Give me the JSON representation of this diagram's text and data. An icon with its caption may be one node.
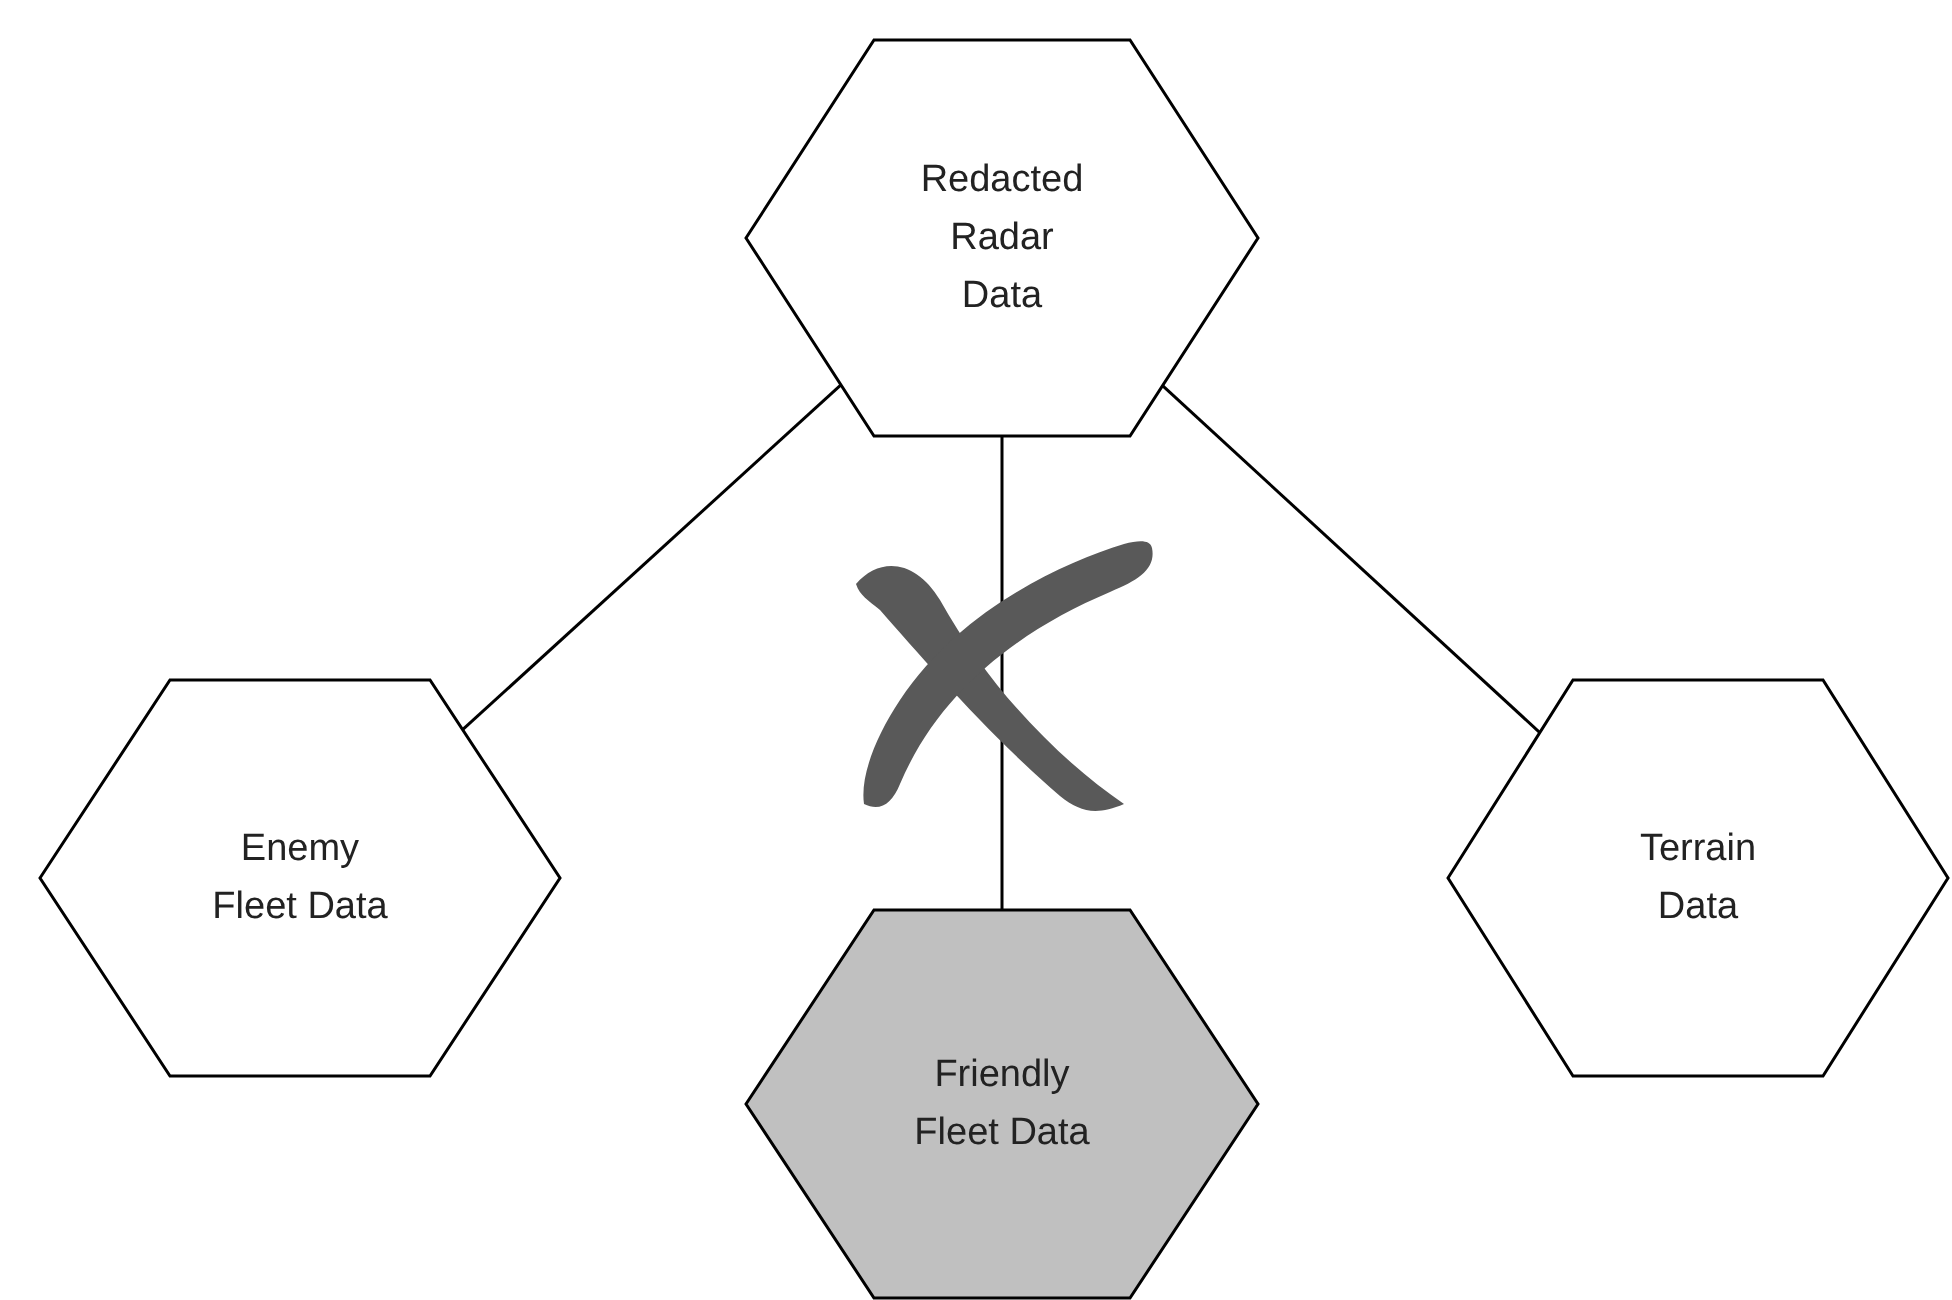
{
  "diagram": {
    "nodes": [
      {
        "text": [
          "Redacted Radar Data"
        ]
      },
      {
        "text": [
          "Enemy Fleet Data"
        ]
      },
      {
        "text": [
          "Friendly Fleet Data"
        ]
      },
      {
        "text": [
          "Terrain Data"
        ]
      }
    ],
    "edges": [
      {
        "from": 0,
        "to": 1,
        "arrow": "none"
      },
      {
        "from": 0,
        "to": 2,
        "arrow": "none"
      },
      {
        "from": 0,
        "to": 3,
        "arrow": "none"
      }
    ]
  }
}
